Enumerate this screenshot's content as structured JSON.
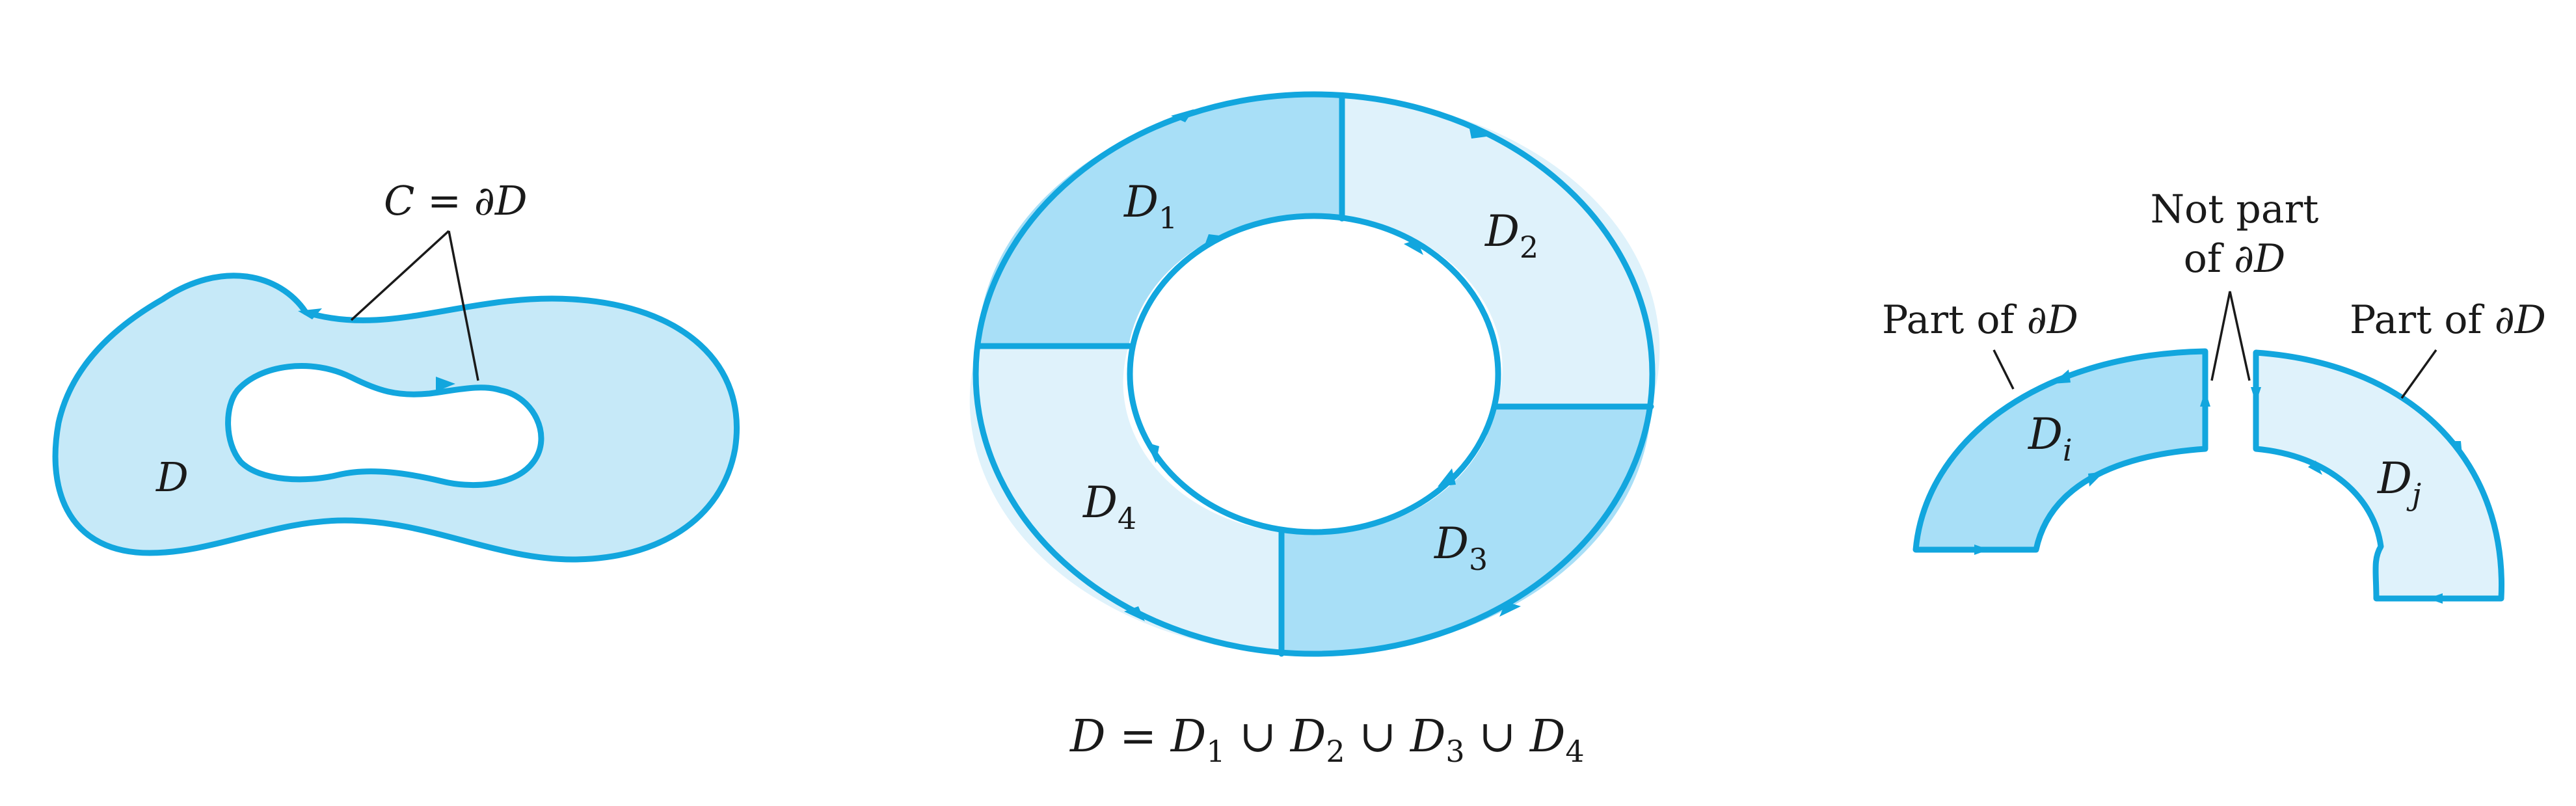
{
  "colors": {
    "stroke": "#12a6de",
    "fill_medium": "#a8dff7",
    "fill_light": "#dff2fb",
    "fill_left": "#c6e9f8",
    "text": "#1a1a1a"
  },
  "left_figure": {
    "region_label": "D",
    "boundary_label": {
      "c": "C",
      "eq": " = ",
      "partial": "∂",
      "d": "D"
    }
  },
  "middle_figure": {
    "regions": [
      {
        "name": "D",
        "sub": "1"
      },
      {
        "name": "D",
        "sub": "2"
      },
      {
        "name": "D",
        "sub": "3"
      },
      {
        "name": "D",
        "sub": "4"
      }
    ],
    "caption": {
      "lhs": "D",
      "eq": " = ",
      "terms": [
        {
          "name": "D",
          "sub": "1"
        },
        {
          "name": "D",
          "sub": "2"
        },
        {
          "name": "D",
          "sub": "3"
        },
        {
          "name": "D",
          "sub": "4"
        }
      ],
      "union": " ∪ "
    }
  },
  "right_figure": {
    "left_piece": {
      "name": "D",
      "sub": "i"
    },
    "right_piece": {
      "name": "D",
      "sub": "j"
    },
    "part_of_label_left": {
      "text": "Part of ",
      "partial": "∂",
      "d": "D"
    },
    "part_of_label_right": {
      "text": "Part of ",
      "partial": "∂",
      "d": "D"
    },
    "not_part_label": {
      "line1": "Not part",
      "line2": "of ",
      "partial": "∂",
      "d": "D"
    }
  }
}
